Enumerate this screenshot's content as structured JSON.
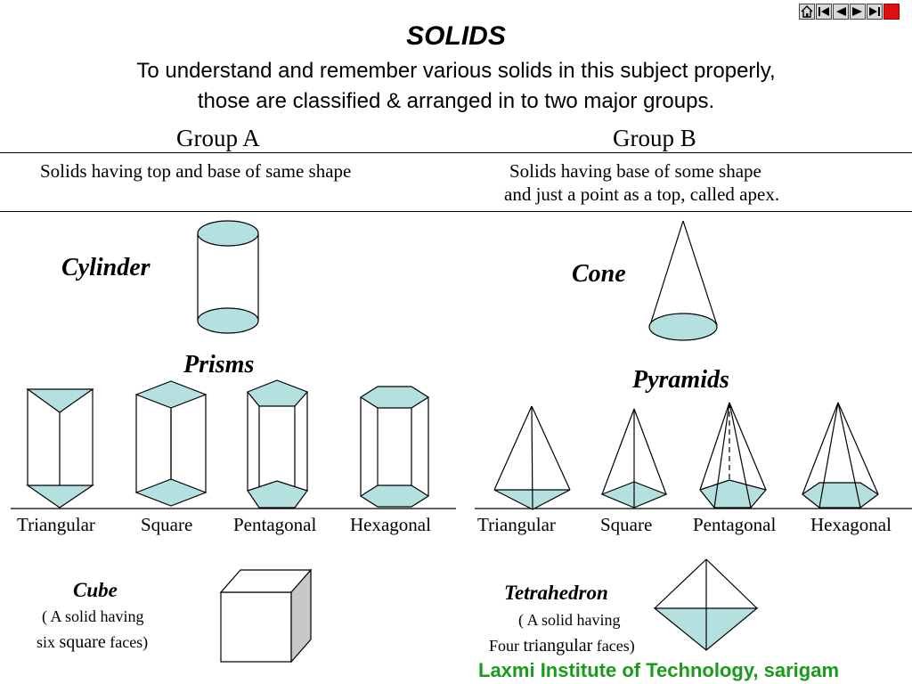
{
  "title": "SOLIDS",
  "subtitle_line1": "To understand and remember various solids in this subject properly,",
  "subtitle_line2": "those are classified & arranged in to two major groups.",
  "group_a": {
    "heading": "Group A",
    "description": "Solids having top and base of same shape",
    "main_solid": "Cylinder",
    "family": "Prisms",
    "types": [
      "Triangular",
      "Square",
      "Pentagonal",
      "Hexagonal"
    ],
    "special": {
      "name": "Cube",
      "note_line1": "( A solid having",
      "note_line2_pre": "six ",
      "note_line2_em": "square",
      "note_line2_post": " faces)"
    }
  },
  "group_b": {
    "heading": "Group B",
    "description_line1": "Solids having base of some shape",
    "description_line2": "and just a point as a top, called apex.",
    "main_solid": "Cone",
    "family": "Pyramids",
    "types": [
      "Triangular",
      "Square",
      "Pentagonal",
      "Hexagonal"
    ],
    "special": {
      "name": "Tetrahedron",
      "note_line1": "( A solid having",
      "note_line2_pre": "Four ",
      "note_line2_em": "triangular",
      "note_line2_post": "  faces)"
    }
  },
  "footer": "Laxmi Institute of Technology, sarigam",
  "colors": {
    "face_fill": "#b5e0e0",
    "footer_text": "#1a9b1a",
    "exit_button": "#e01010"
  },
  "nav_icons": [
    "home-icon",
    "first-slide-icon",
    "previous-slide-icon",
    "next-slide-icon",
    "last-slide-icon",
    "exit-icon"
  ]
}
